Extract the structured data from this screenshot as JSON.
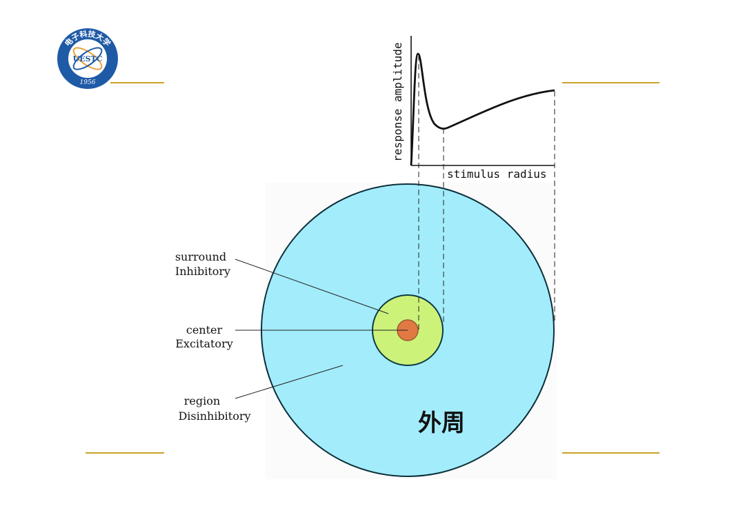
{
  "logo": {
    "top_text": "电子科技大学",
    "center_text": "UESTC",
    "year": "1956",
    "colors": {
      "ring": "#1f5aa6",
      "inner": "#ffffff",
      "accent": "#e8a23a"
    }
  },
  "graph": {
    "y_label": "response amplitude",
    "x_label": "stimulus radius"
  },
  "labels": {
    "surround": {
      "line1": "surround",
      "line2": "Inhibitory"
    },
    "center": {
      "line1": "center",
      "line2": "Excitatory"
    },
    "region": {
      "line1": "region",
      "line2": "Disinhibitory"
    },
    "periphery": "外周"
  },
  "colors": {
    "outer_region": "#a3ecfb",
    "surround": "#cdf27a",
    "center": "#e07a42",
    "decor_lines": "#c9a227"
  }
}
